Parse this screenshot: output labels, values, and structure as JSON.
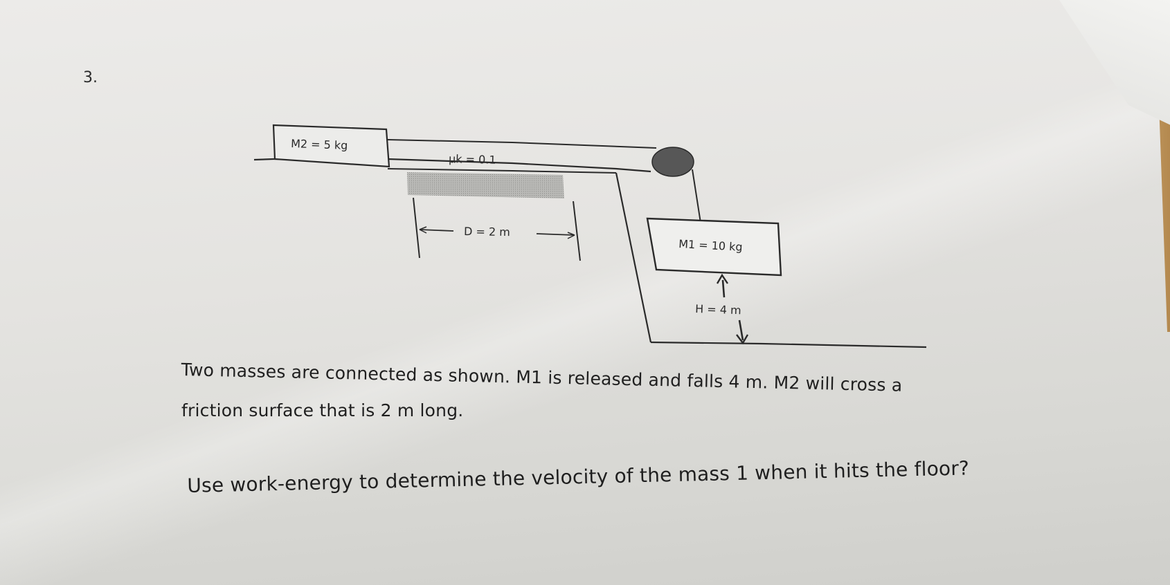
{
  "question_number": "3.",
  "diagram": {
    "m2_label": "M2 = 5 kg",
    "mu_label": "μk = 0.1",
    "d_label": "D = 2 m",
    "m1_label": "M1 = 10 kg",
    "h_label": "H = 4 m"
  },
  "problem": {
    "line1": "Two masses are connected as shown.  M1 is released and falls 4 m.  M2 will cross a",
    "line2": "friction surface that is 2 m long.",
    "question": "Use work-energy to determine the velocity of the mass 1 when it hits the floor?"
  }
}
